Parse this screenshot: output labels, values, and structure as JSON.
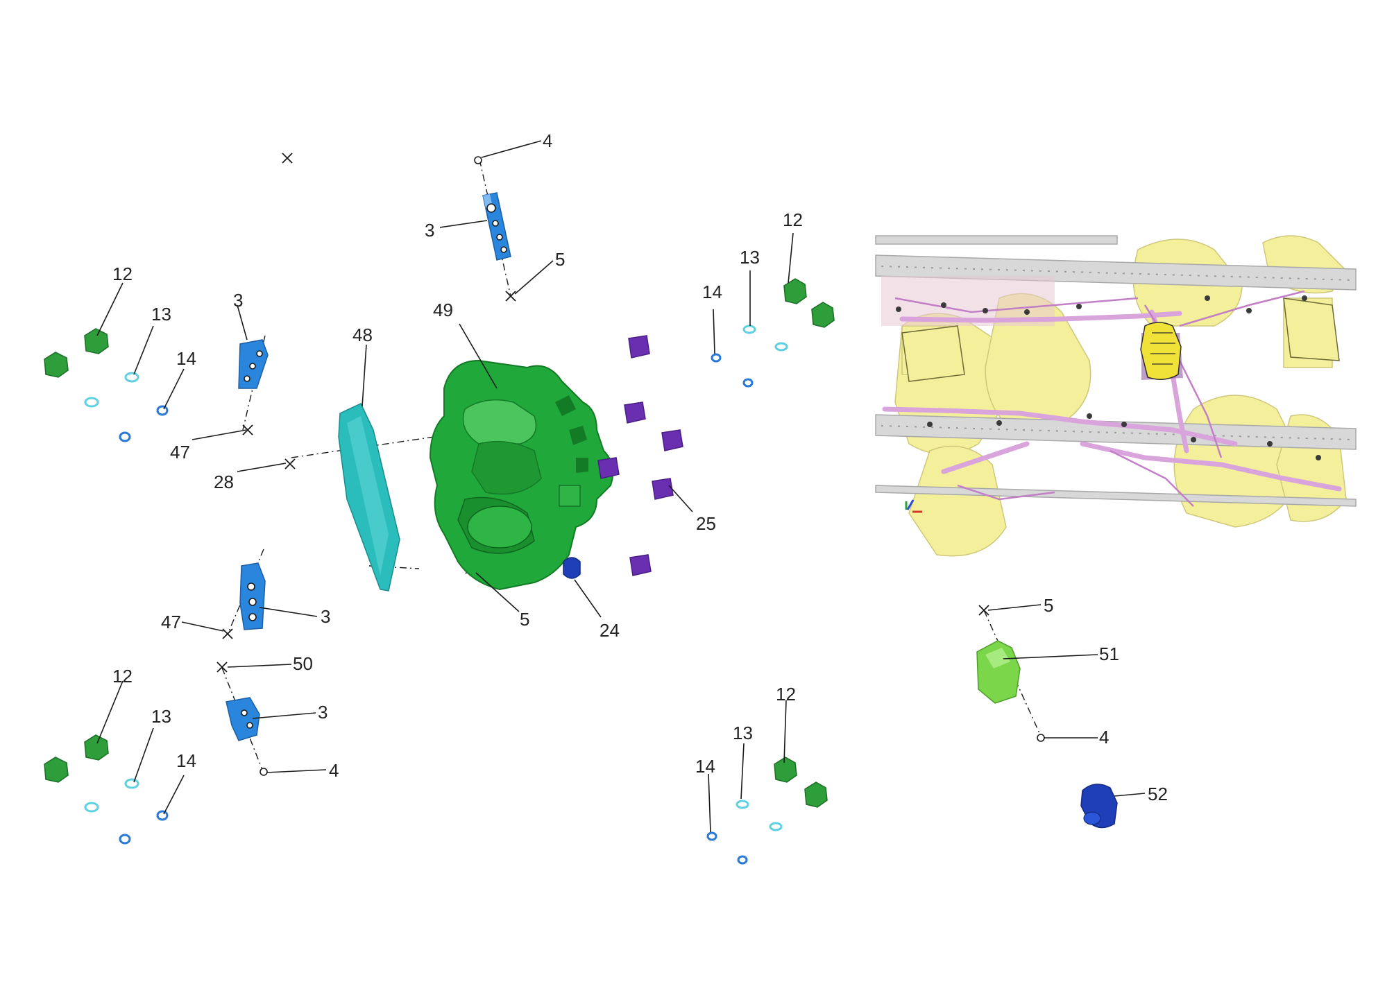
{
  "callouts": {
    "c_4_top": "4",
    "c_3_top": "3",
    "c_5_top": "5",
    "c_12_left_top": "12",
    "c_13_left_top": "13",
    "c_14_left_top": "14",
    "c_3_left_top": "3",
    "c_47_top": "47",
    "c_48": "48",
    "c_49": "49",
    "c_28": "28",
    "c_13_right_top": "13",
    "c_12_right_top": "12",
    "c_14_right_top": "14",
    "c_25": "25",
    "c_24": "24",
    "c_5_mid": "5",
    "c_3_mid": "3",
    "c_47_mid": "47",
    "c_50": "50",
    "c_12_left_bottom": "12",
    "c_13_left_bottom": "13",
    "c_14_left_bottom": "14",
    "c_3_bottom": "3",
    "c_4_bottom": "4",
    "c_12_right_bottom": "12",
    "c_13_right_bottom": "13",
    "c_14_right_bottom": "14",
    "c_5_right": "5",
    "c_51": "51",
    "c_4_right": "4",
    "c_52": "52"
  },
  "colors": {
    "valve_unit": "#21a83a",
    "valve_dark": "#137a25",
    "bracket": "#2a86dc",
    "plate": "#2bbcbc",
    "grommet": "#6a2fb0",
    "plug": "#1f3fb8",
    "cap": "#2e9e3a",
    "ring_light": "#5ed0e0",
    "ring_blue": "#2a78d6",
    "cover_51": "#7bd64a",
    "connector_52": "#1f3fb8",
    "inset_frame": "#c9c9c9",
    "inset_harness": "#d9a3dc",
    "inset_yellow": "#f3ef9a"
  },
  "icons": {
    "axis_end_cross": "x-mark-icon",
    "axis_end_circle": "circle-mark-icon"
  }
}
